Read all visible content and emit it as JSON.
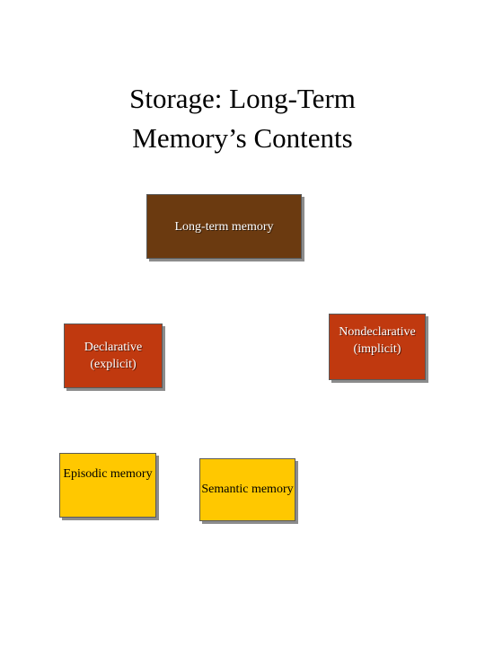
{
  "title": {
    "line1": "Storage: Long-Term",
    "line2": "Memory’s Contents"
  },
  "boxes": {
    "long_term": {
      "label": "Long-term memory",
      "color": "#6b3a10"
    },
    "declarative": {
      "line1": "Declarative",
      "line2": "(explicit)",
      "color": "#c0390f"
    },
    "nondeclarative": {
      "line1": "Nondeclarative",
      "line2": "(implicit)",
      "color": "#c0390f"
    },
    "episodic": {
      "label": "Episodic memory",
      "color": "#ffc800"
    },
    "semantic": {
      "label": "Semantic memory",
      "color": "#ffc800"
    }
  }
}
